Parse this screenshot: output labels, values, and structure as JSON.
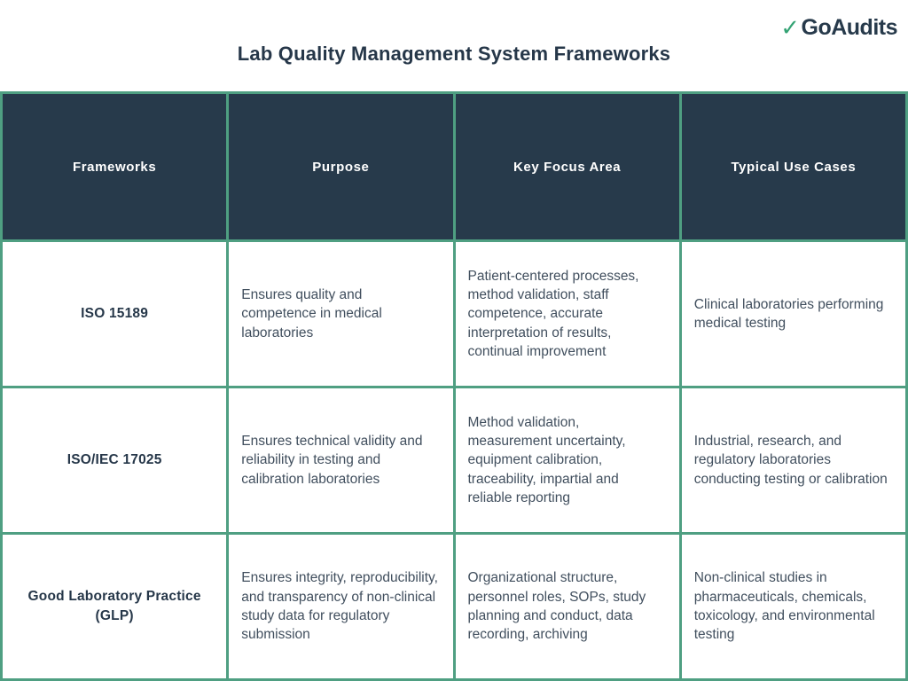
{
  "brand": {
    "logo_text": "GoAudits",
    "checkmark_icon": "check-icon",
    "checkmark_glyph": "✓",
    "checkmark_color": "#34a374",
    "logo_text_color": "#273a4b"
  },
  "page_title": "Lab Quality Management System Frameworks",
  "colors": {
    "header_bg": "#273a4b",
    "border_green": "#4f9f82",
    "body_text": "#414f5e",
    "header_text": "#ffffff",
    "title_text": "#263749"
  },
  "table": {
    "headers": [
      "Frameworks",
      "Purpose",
      "Key Focus Area",
      "Typical Use Cases"
    ],
    "rows": [
      {
        "framework": "ISO 15189",
        "purpose": "Ensures quality and competence in medical laboratories",
        "key_focus_area": "Patient-centered processes, method validation, staff competence, accurate interpretation of results, continual improvement",
        "typical_use_cases": "Clinical laboratories performing medical testing"
      },
      {
        "framework": "ISO/IEC 17025",
        "purpose": "Ensures technical validity and reliability in testing and calibration laboratories",
        "key_focus_area": "Method validation, measurement uncertainty, equipment calibration, traceability, impartial and reliable reporting",
        "typical_use_cases": "Industrial, research, and regulatory laboratories conducting testing or calibration"
      },
      {
        "framework": "Good Laboratory Practice (GLP)",
        "purpose": "Ensures integrity, reproducibility, and transparency of non-clinical study data for regulatory submission",
        "key_focus_area": "Organizational structure, personnel roles, SOPs, study planning and conduct, data recording, archiving",
        "typical_use_cases": "Non-clinical studies in pharmaceuticals, chemicals, toxicology, and environmental testing"
      }
    ]
  }
}
